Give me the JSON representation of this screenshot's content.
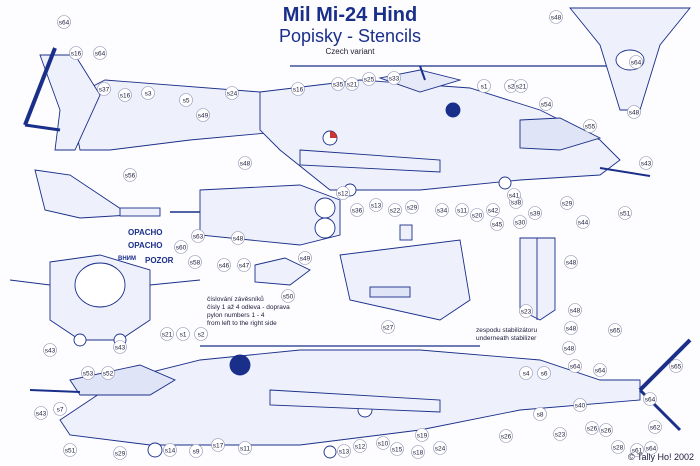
{
  "title": {
    "line1": "Mil  Mi-24  Hind",
    "line2": "Popisky - Stencils",
    "line3": "Czech variant"
  },
  "notes": {
    "czech": "číslování závěsníků",
    "czech2": "čísly 1 až 4 odleva - doprava",
    "en1": "pylon numbers  1 - 4",
    "en2": "from left to the right side",
    "stab_cz": "zespodu stabilizátoru",
    "stab_en": "underneath stabilizer"
  },
  "stencil_words": {
    "w1": "OPACHO",
    "w2": "OPACHO",
    "w3": "POZOR",
    "w4": "ВНИМ"
  },
  "copyright": "© Tally Ho! 2002",
  "labels": [
    {
      "text": "s64"
    },
    {
      "text": "s16"
    },
    {
      "text": "s64"
    },
    {
      "text": "s37"
    },
    {
      "text": "s16"
    },
    {
      "text": "s3"
    },
    {
      "text": "s5"
    },
    {
      "text": "s24"
    },
    {
      "text": "s16"
    },
    {
      "text": "s35"
    },
    {
      "text": "s21"
    },
    {
      "text": "s25"
    },
    {
      "text": "s33"
    },
    {
      "text": "s1"
    },
    {
      "text": "s2"
    },
    {
      "text": "s21"
    },
    {
      "text": "s48"
    },
    {
      "text": "s54"
    },
    {
      "text": "s55"
    },
    {
      "text": "s48"
    },
    {
      "text": "s64"
    },
    {
      "text": "s49"
    },
    {
      "text": "s48"
    },
    {
      "text": "s56"
    },
    {
      "text": "s12"
    },
    {
      "text": "s36"
    },
    {
      "text": "s13"
    },
    {
      "text": "s22"
    },
    {
      "text": "s29"
    },
    {
      "text": "s34"
    },
    {
      "text": "s11"
    },
    {
      "text": "s20"
    },
    {
      "text": "s42"
    },
    {
      "text": "s38"
    },
    {
      "text": "s41"
    },
    {
      "text": "s39"
    },
    {
      "text": "s29"
    },
    {
      "text": "s44"
    },
    {
      "text": "s51"
    },
    {
      "text": "s43"
    },
    {
      "text": "s45"
    },
    {
      "text": "s30"
    },
    {
      "text": "s48"
    },
    {
      "text": "s63"
    },
    {
      "text": "s60"
    },
    {
      "text": "s58"
    },
    {
      "text": "s46"
    },
    {
      "text": "s47"
    },
    {
      "text": "s49"
    },
    {
      "text": "s50"
    },
    {
      "text": "s48"
    },
    {
      "text": "s48"
    },
    {
      "text": "s27"
    },
    {
      "text": "s23"
    },
    {
      "text": "s48"
    },
    {
      "text": "s65"
    },
    {
      "text": "s43"
    },
    {
      "text": "s21"
    },
    {
      "text": "s1"
    },
    {
      "text": "s2"
    },
    {
      "text": "s43"
    },
    {
      "text": "s48"
    },
    {
      "text": "s64"
    },
    {
      "text": "s65"
    },
    {
      "text": "s53"
    },
    {
      "text": "s52"
    },
    {
      "text": "s43"
    },
    {
      "text": "s7"
    },
    {
      "text": "s4"
    },
    {
      "text": "s6"
    },
    {
      "text": "s64"
    },
    {
      "text": "s64"
    },
    {
      "text": "s51"
    },
    {
      "text": "s29"
    },
    {
      "text": "s14"
    },
    {
      "text": "s9"
    },
    {
      "text": "s17"
    },
    {
      "text": "s11"
    },
    {
      "text": "s13"
    },
    {
      "text": "s12"
    },
    {
      "text": "s10"
    },
    {
      "text": "s15"
    },
    {
      "text": "s18"
    },
    {
      "text": "s24"
    },
    {
      "text": "s19"
    },
    {
      "text": "s26"
    },
    {
      "text": "s23"
    },
    {
      "text": "s40"
    },
    {
      "text": "s8"
    },
    {
      "text": "s26"
    },
    {
      "text": "s28"
    },
    {
      "text": "s62"
    },
    {
      "text": "s61"
    },
    {
      "text": "s26"
    },
    {
      "text": "s64"
    }
  ]
}
